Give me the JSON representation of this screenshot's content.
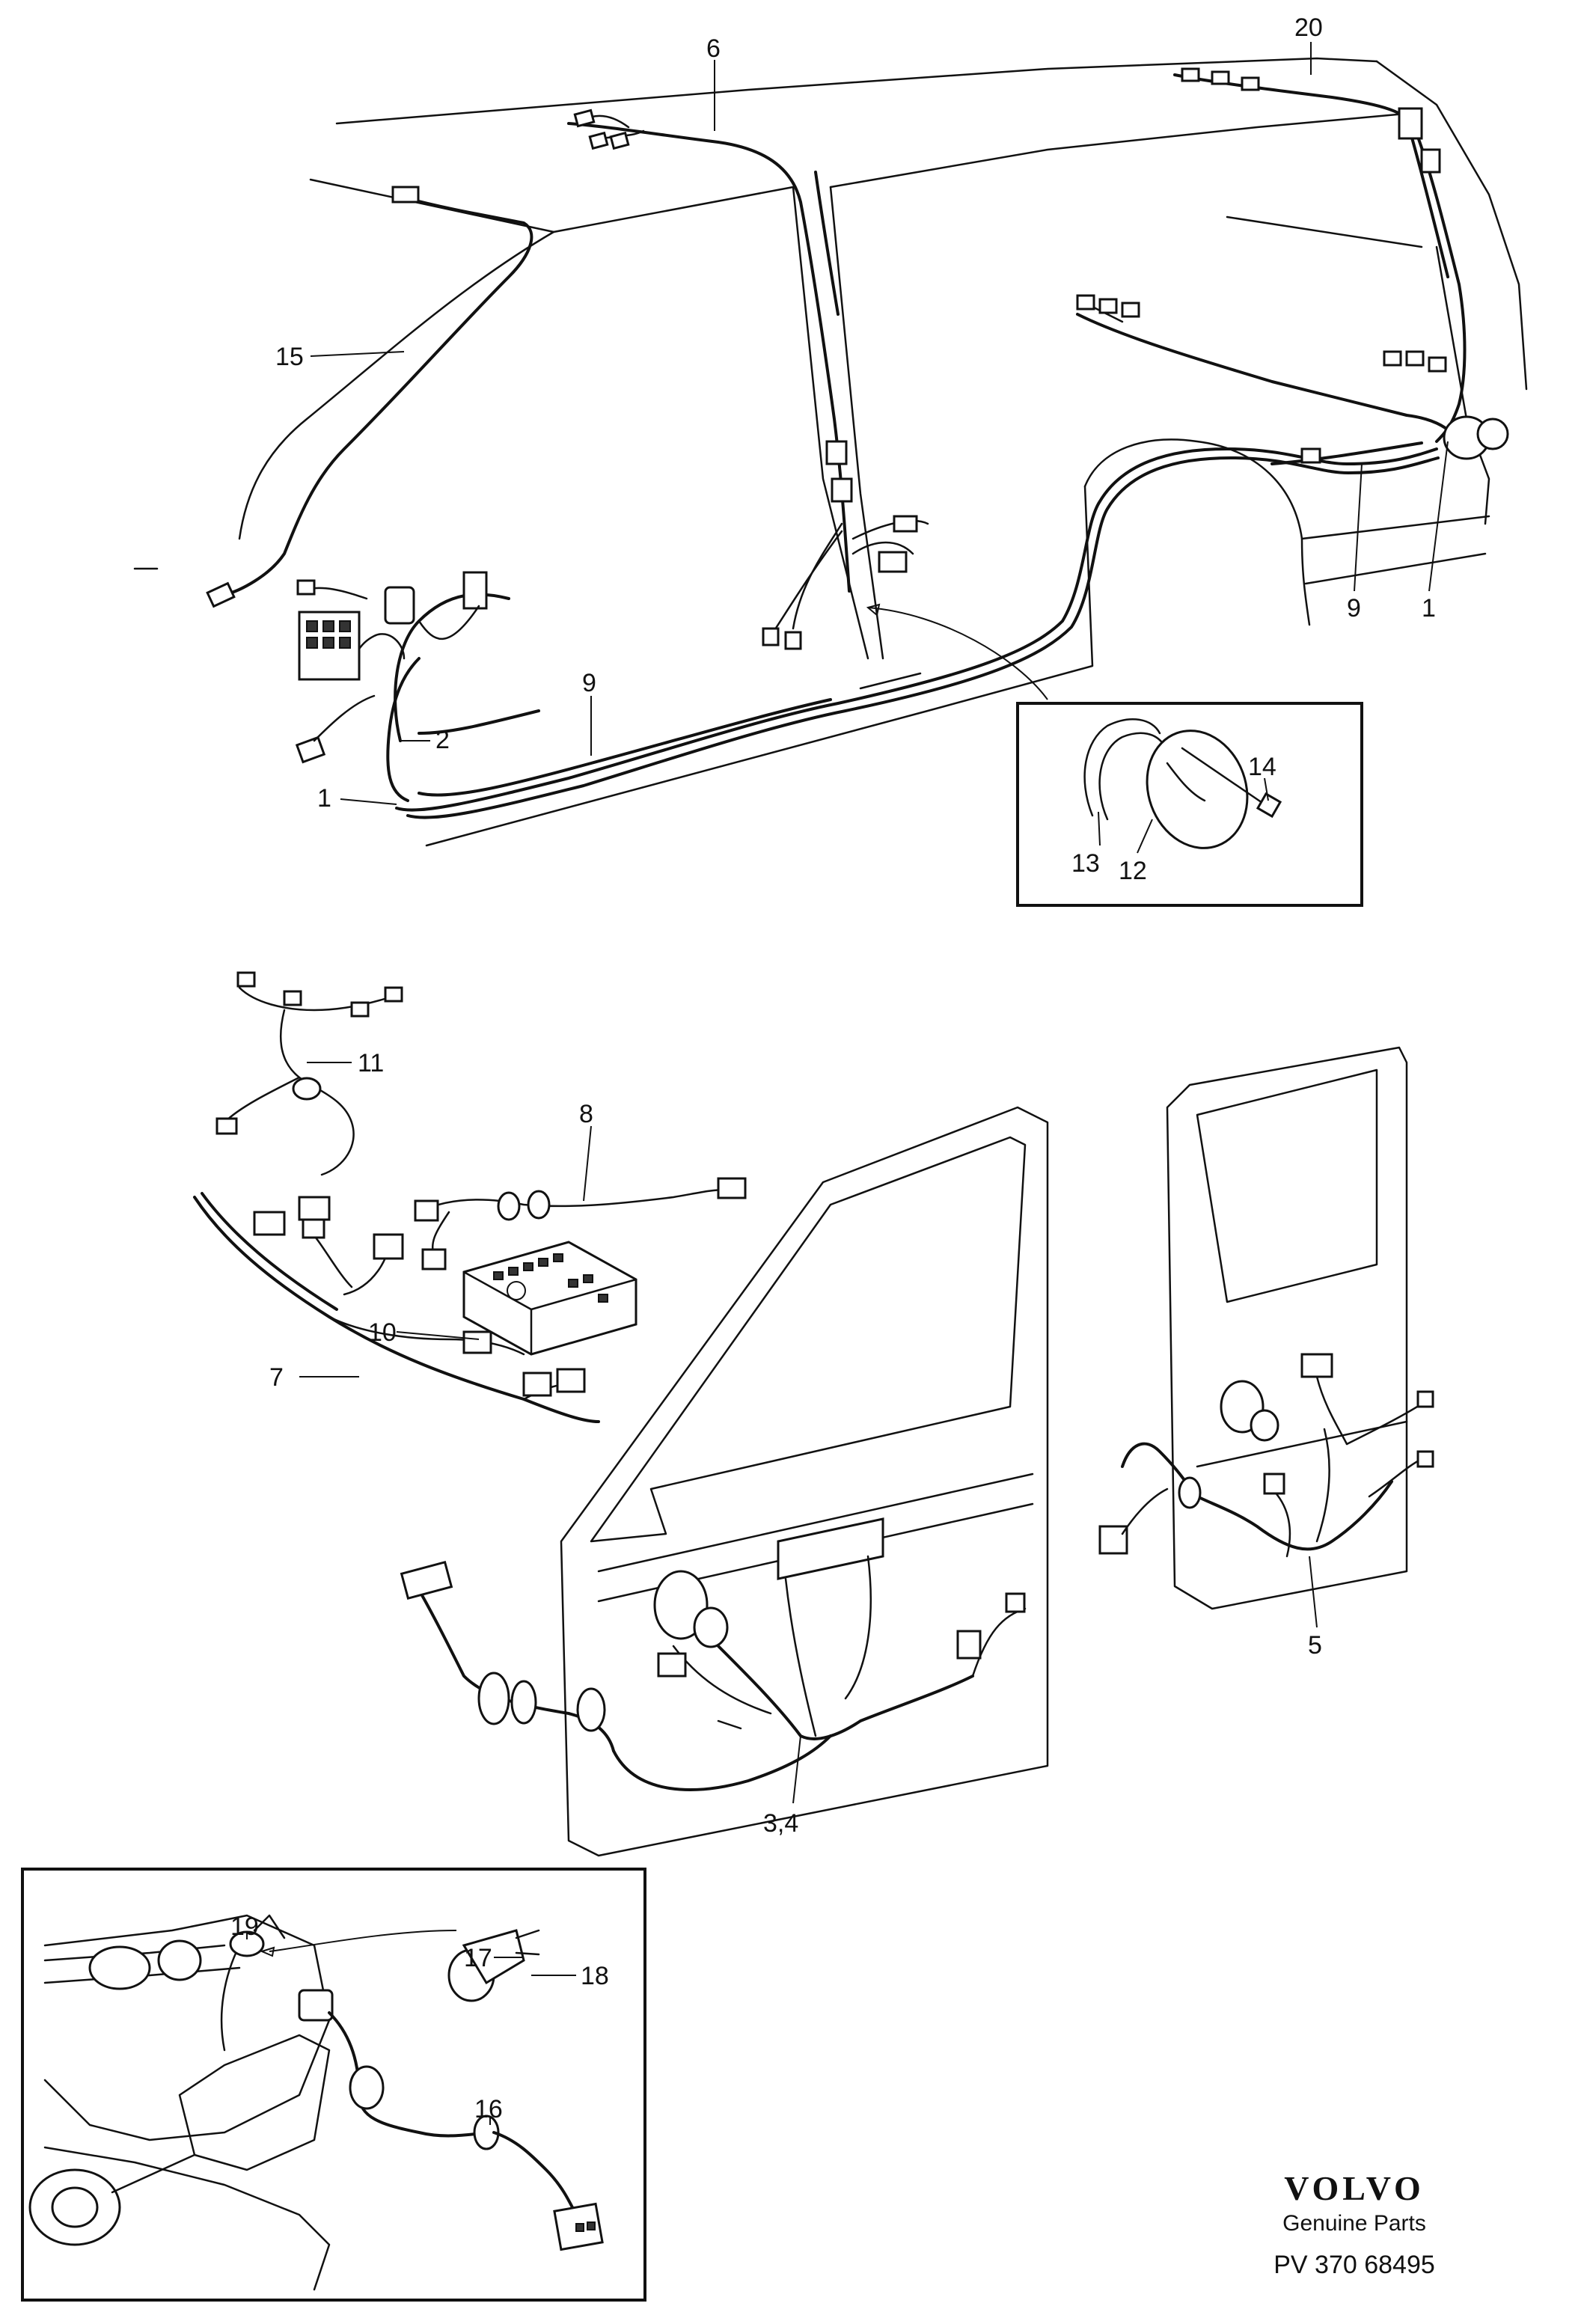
{
  "callouts": {
    "c20": "20",
    "c6": "6",
    "c15": "15",
    "c9a": "9",
    "c9b": "9",
    "c1a": "1",
    "c1b": "1",
    "c2": "2",
    "c14": "14",
    "c13": "13",
    "c12": "12",
    "c11": "11",
    "c8": "8",
    "c10": "10",
    "c7": "7",
    "c5": "5",
    "c34": "3,4",
    "c19": "19",
    "c17": "17",
    "c18": "18",
    "c16": "16"
  },
  "brand": {
    "logo": "VOLVO",
    "subtitle": "Genuine Parts",
    "code": "PV 370 68495"
  }
}
